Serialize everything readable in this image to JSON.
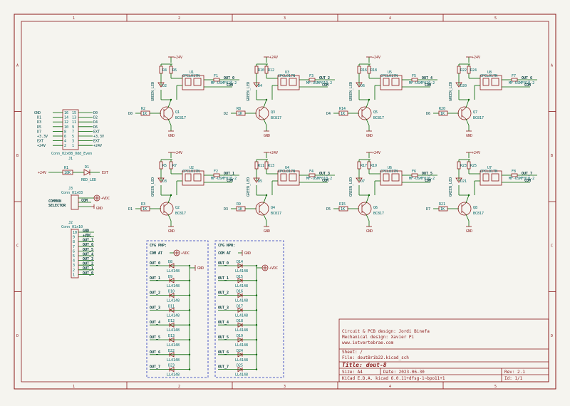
{
  "sheet": {
    "columns": [
      "1",
      "2",
      "3",
      "4",
      "5"
    ],
    "rows": [
      "A",
      "B",
      "C",
      "D"
    ]
  },
  "power": {
    "vcc24": "+24V",
    "gnd": "GND",
    "vdc": "+VDC",
    "v33": "+3.3V",
    "ext": "EXT"
  },
  "parts": {
    "optocoupler": "CPCL017N",
    "fuse": "MF-USMF010-2",
    "transistor": "BC817",
    "led": "GREEN_LED",
    "diode": "LL4148",
    "red_led": "RED_LED",
    "res_r": "1K",
    "com": "COM"
  },
  "channels": [
    {
      "d": "D0",
      "q": "Q1",
      "u": "U1",
      "f": "F1",
      "r1": "R4",
      "r2": "R6",
      "r3": "R2",
      "led": "D2",
      "out": "OUT_0"
    },
    {
      "d": "D2",
      "q": "Q3",
      "u": "U3",
      "f": "F3",
      "r1": "R10",
      "r2": "R12",
      "r3": "R8",
      "led": "D4",
      "out": "OUT_2"
    },
    {
      "d": "D4",
      "q": "Q5",
      "u": "U5",
      "f": "F5",
      "r1": "R16",
      "r2": "R18",
      "r3": "R14",
      "led": "D6",
      "out": "OUT_4"
    },
    {
      "d": "D6",
      "q": "Q7",
      "u": "U8",
      "f": "F7",
      "r1": "R22",
      "r2": "R24",
      "r3": "R20",
      "led": "D20",
      "out": "OUT_6"
    },
    {
      "d": "D1",
      "q": "Q2",
      "u": "U2",
      "f": "F2",
      "r1": "R5",
      "r2": "R7",
      "r3": "R3",
      "led": "D3",
      "out": "OUT_1"
    },
    {
      "d": "D3",
      "q": "Q4",
      "u": "U4",
      "f": "F4",
      "r1": "R11",
      "r2": "R13",
      "r3": "R9",
      "led": "D5",
      "out": "OUT_3"
    },
    {
      "d": "D5",
      "q": "Q6",
      "u": "U6",
      "f": "F6",
      "r1": "R17",
      "r2": "R19",
      "r3": "R15",
      "led": "D7",
      "out": "OUT_5"
    },
    {
      "d": "D7",
      "q": "Q8",
      "u": "U7",
      "f": "F8",
      "r1": "R23",
      "r2": "R25",
      "r3": "R21",
      "led": "D21",
      "out": "OUT_7"
    }
  ],
  "j1": {
    "ref": "J1",
    "value": "Conn_02x08_Odd_Even",
    "left_nets": [
      "GND",
      "D1",
      "D3",
      "D5",
      "D7",
      "+3.3V",
      "EXT",
      "+24V"
    ],
    "right_nets": [
      "D0",
      "D2",
      "D4",
      "D6",
      "EXT",
      "+3.3V",
      "EXT",
      "+24V"
    ],
    "pins_left": [
      "16",
      "14",
      "12",
      "10",
      "8",
      "6",
      "4",
      "2"
    ],
    "pins_right": [
      "15",
      "13",
      "11",
      "9",
      "7",
      "5",
      "3",
      "1"
    ]
  },
  "status": {
    "ref_r": "R1",
    "ref_d": "D1",
    "val_r": "10K"
  },
  "j3": {
    "ref": "J3",
    "value": "Conn_01x03",
    "title1": "COMMON",
    "title2": "SELECTOR"
  },
  "j2": {
    "ref": "J2",
    "value": "Conn_01x10",
    "nets": [
      "GND",
      "+VDC",
      "OUT_7",
      "OUT_6",
      "OUT_5",
      "OUT_4",
      "OUT_3",
      "OUT_2",
      "OUT_1",
      "OUT_0"
    ],
    "pins": [
      "10",
      "9",
      "8",
      "7",
      "6",
      "5",
      "4",
      "3",
      "2",
      "1"
    ]
  },
  "cfg_pnp": {
    "title": "CFG PNP:",
    "com_at": "COM AT",
    "outs": [
      "OUT_0",
      "OUT_1",
      "OUT_2",
      "OUT_3",
      "OUT_4",
      "OUT_5",
      "OUT_6",
      "OUT_7"
    ],
    "diodes": [
      "D8",
      "D9",
      "D10",
      "D11",
      "D12",
      "D13",
      "D22",
      "D23"
    ]
  },
  "cfg_npn": {
    "title": "CFG NPN:",
    "com_at": "COM AT",
    "outs": [
      "OUT_0",
      "OUT_1",
      "OUT_2",
      "OUT_3",
      "OUT_4",
      "OUT_5",
      "OUT_6",
      "OUT_7"
    ],
    "diodes": [
      "D14",
      "D15",
      "D16",
      "D17",
      "D18",
      "D19",
      "D24",
      "D25"
    ]
  },
  "title_block": {
    "design1": "Circuit & PCB design: Jordi Binefa",
    "design2": "Mechanical design: Xavier Pi",
    "url": "www.iotvertebrae.com",
    "sheet": "Sheet: /",
    "file": "File: doutBrib22.kicad_sch",
    "title": "Title: dout-8",
    "size": "Size: A4",
    "date": "Date: 2023-06-30",
    "rev": "Rev: 2.1",
    "kicad": "KiCad E.D.A.  kicad 6.0.11+dfsg-1~bpo11+1",
    "id": "Id: 1/1"
  }
}
